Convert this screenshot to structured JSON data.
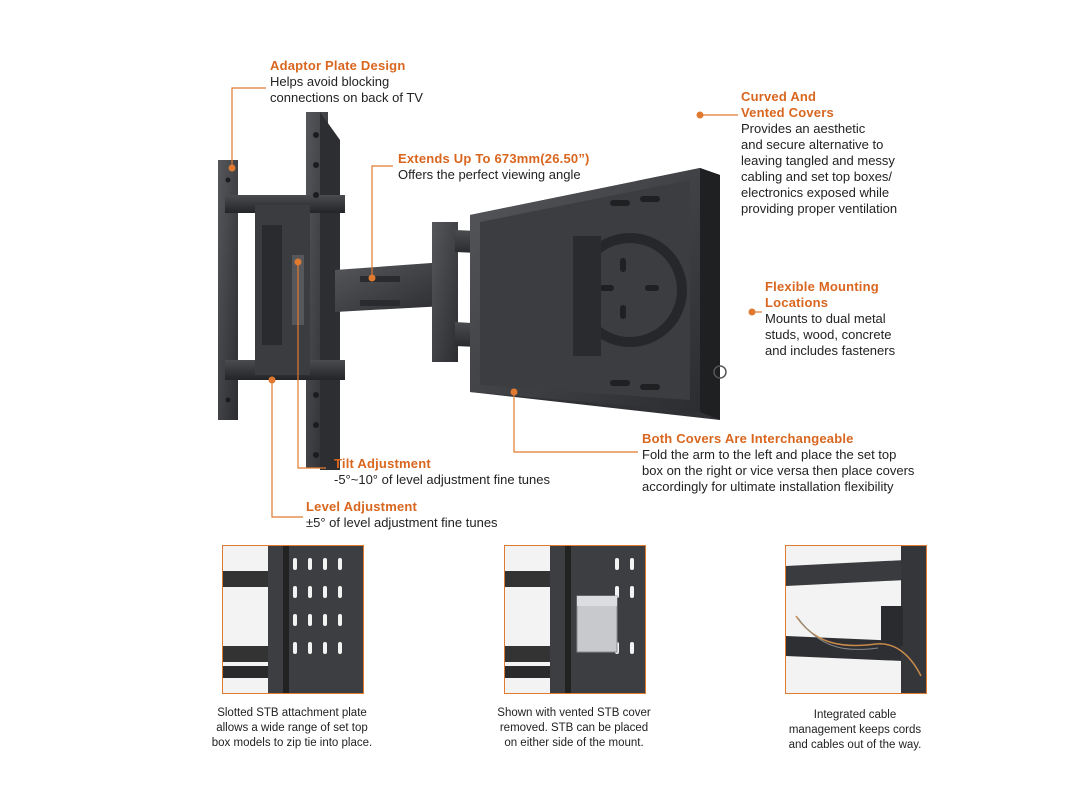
{
  "colors": {
    "accent": "#d9661f",
    "text": "#222222",
    "metal": "#3a3b3e"
  },
  "callouts": {
    "adaptor": {
      "title": "Adaptor Plate Design",
      "desc1": "Helps avoid blocking",
      "desc2": "connections on back of TV"
    },
    "extends": {
      "title": "Extends Up To 673mm(26.50”)",
      "desc1": "Offers the perfect viewing angle"
    },
    "covers": {
      "title1": "Curved And",
      "title2": "Vented Covers",
      "desc1": "Provides an aesthetic",
      "desc2": "and secure alternative to",
      "desc3": "leaving tangled and messy",
      "desc4": "cabling and set top boxes/",
      "desc5": "electronics exposed while",
      "desc6": "providing proper ventilation"
    },
    "flexible": {
      "title1": "Flexible Mounting",
      "title2": "Locations",
      "desc1": "Mounts to dual metal",
      "desc2": "studs, wood, concrete",
      "desc3": "and includes fasteners"
    },
    "interchangeable": {
      "title": "Both Covers Are Interchangeable",
      "desc1": "Fold the arm to the left and place the set top",
      "desc2": "box on the right or vice versa then place covers",
      "desc3": "accordingly for ultimate installation flexibility"
    },
    "tilt": {
      "title": "Tilt Adjustment",
      "desc1": "-5°~10° of level adjustment fine tunes"
    },
    "level": {
      "title": "Level Adjustment",
      "desc1": "±5° of level adjustment fine tunes"
    }
  },
  "thumbnails": [
    {
      "caption1": "Slotted STB attachment plate",
      "caption2": "allows a wide range of set top",
      "caption3": "box models to zip tie into place."
    },
    {
      "caption1": "Shown with vented STB cover",
      "caption2": "removed. STB can be placed",
      "caption3": "on either side of the mount."
    },
    {
      "caption1": "Integrated cable",
      "caption2": "management keeps cords",
      "caption3": "and cables out of the way."
    }
  ]
}
